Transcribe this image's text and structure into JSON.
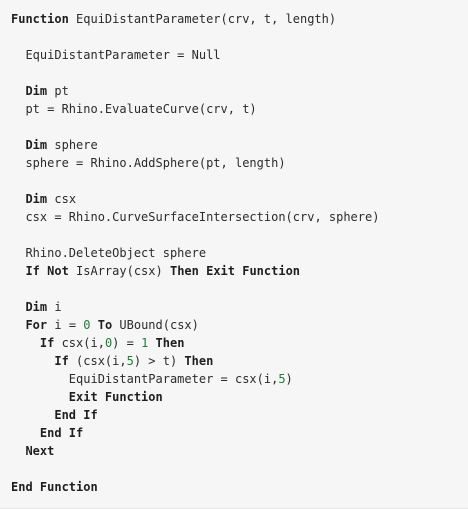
{
  "code": {
    "lines": [
      [
        [
          "kw",
          "Function"
        ],
        [
          "txt",
          " EquiDistantParameter(crv, t, length)"
        ]
      ],
      [],
      [
        [
          "ws",
          "  "
        ],
        [
          "txt",
          "EquiDistantParameter = Null"
        ]
      ],
      [],
      [
        [
          "ws",
          "  "
        ],
        [
          "kw",
          "Dim"
        ],
        [
          "txt",
          " pt"
        ]
      ],
      [
        [
          "ws",
          "  "
        ],
        [
          "txt",
          "pt = Rhino.EvaluateCurve(crv, t)"
        ]
      ],
      [],
      [
        [
          "ws",
          "  "
        ],
        [
          "kw",
          "Dim"
        ],
        [
          "txt",
          " sphere"
        ]
      ],
      [
        [
          "ws",
          "  "
        ],
        [
          "txt",
          "sphere = Rhino.AddSphere(pt, length)"
        ]
      ],
      [],
      [
        [
          "ws",
          "  "
        ],
        [
          "kw",
          "Dim"
        ],
        [
          "txt",
          " csx"
        ]
      ],
      [
        [
          "ws",
          "  "
        ],
        [
          "txt",
          "csx = Rhino.CurveSurfaceIntersection(crv, sphere)"
        ]
      ],
      [],
      [
        [
          "ws",
          "  "
        ],
        [
          "txt",
          "Rhino.DeleteObject sphere"
        ]
      ],
      [
        [
          "ws",
          "  "
        ],
        [
          "kw",
          "If Not"
        ],
        [
          "txt",
          " IsArray(csx) "
        ],
        [
          "kw",
          "Then Exit Function"
        ]
      ],
      [],
      [
        [
          "ws",
          "  "
        ],
        [
          "kw",
          "Dim"
        ],
        [
          "txt",
          " i"
        ]
      ],
      [
        [
          "ws",
          "  "
        ],
        [
          "kw",
          "For"
        ],
        [
          "txt",
          " i = "
        ],
        [
          "num",
          "0"
        ],
        [
          "txt",
          " "
        ],
        [
          "kw",
          "To"
        ],
        [
          "txt",
          " UBound(csx)"
        ]
      ],
      [
        [
          "ws",
          "    "
        ],
        [
          "kw",
          "If"
        ],
        [
          "txt",
          " csx(i,"
        ],
        [
          "num",
          "0"
        ],
        [
          "txt",
          ") = "
        ],
        [
          "num",
          "1"
        ],
        [
          "txt",
          " "
        ],
        [
          "kw",
          "Then"
        ]
      ],
      [
        [
          "ws",
          "      "
        ],
        [
          "kw",
          "If"
        ],
        [
          "txt",
          " (csx(i,"
        ],
        [
          "num",
          "5"
        ],
        [
          "txt",
          ") > t) "
        ],
        [
          "kw",
          "Then"
        ]
      ],
      [
        [
          "ws",
          "        "
        ],
        [
          "txt",
          "EquiDistantParameter = csx(i,"
        ],
        [
          "num",
          "5"
        ],
        [
          "txt",
          ")"
        ]
      ],
      [
        [
          "ws",
          "        "
        ],
        [
          "kw",
          "Exit Function"
        ]
      ],
      [
        [
          "ws",
          "      "
        ],
        [
          "kw",
          "End If"
        ]
      ],
      [
        [
          "ws",
          "    "
        ],
        [
          "kw",
          "End If"
        ]
      ],
      [
        [
          "ws",
          "  "
        ],
        [
          "kw",
          "Next"
        ]
      ],
      [],
      [
        [
          "kw",
          "End Function"
        ]
      ]
    ]
  }
}
